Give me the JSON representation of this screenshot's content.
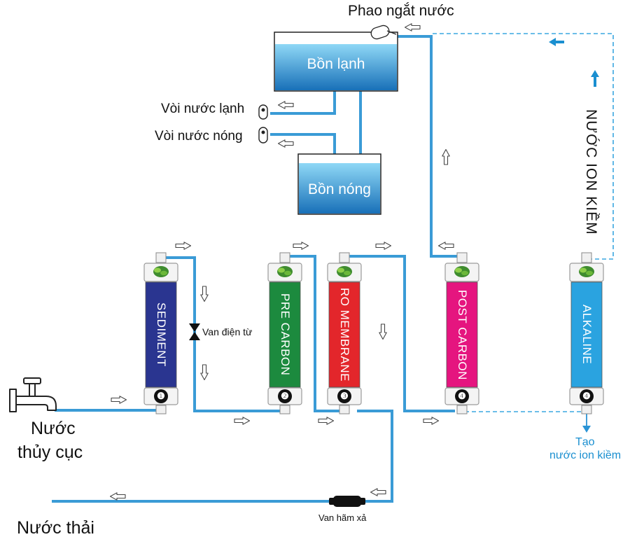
{
  "labels": {
    "float_valve": "Phao ngắt nước",
    "cold_tank": "Bồn lạnh",
    "hot_tank": "Bồn nóng",
    "cold_tap": "Vòi nước lạnh",
    "hot_tap": "Vòi nước nóng",
    "solenoid_valve": "Van điện từ",
    "tap_water_line1": "Nước",
    "tap_water_line2": "thủy cục",
    "waste_water": "Nước thải",
    "flush_valve": "Van hãm xả",
    "alkaline_output_line1": "Tạo",
    "alkaline_output_line2": "nước ion kiềm",
    "alkaline_water": "NƯỚC ION KIỀM"
  },
  "filters": [
    {
      "label": "SEDIMENT",
      "number": "❶",
      "color": "#2a3590"
    },
    {
      "label": "PRE CARBON",
      "number": "❷",
      "color": "#1c8a3e"
    },
    {
      "label": "RO MEMBRANE",
      "number": "❸",
      "color": "#e3262b"
    },
    {
      "label": "POST CARBON",
      "number": "❹",
      "color": "#e5157f"
    },
    {
      "label": "ALKALINE",
      "number": "❹",
      "color": "#2aa3e0"
    }
  ],
  "colors": {
    "pipe": "#3a9bd6",
    "alkaline_line": "#3aa7e0",
    "alkaline_text": "#1a8fd0",
    "tank_top": "#7fd0f3",
    "tank_bottom": "#1b78c0"
  },
  "icons": [
    "faucet-icon",
    "float-valve-icon",
    "tap-icon",
    "solenoid-valve-icon",
    "check-valve-icon",
    "flow-arrow-icon",
    "filter-cap-icon"
  ]
}
